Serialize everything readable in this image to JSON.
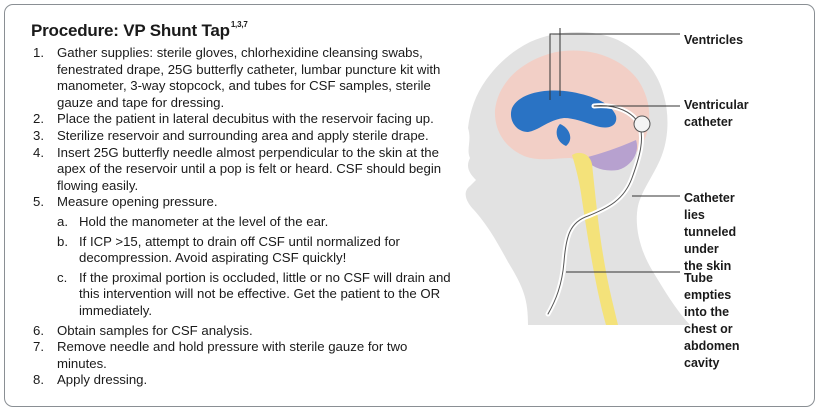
{
  "procedure": {
    "title": "Procedure: VP Shunt Tap",
    "title_refs": "1,3,7",
    "steps": [
      {
        "num": "1.",
        "text": "Gather supplies: sterile gloves, chlorhexidine cleansing swabs, fenestrated drape, 25G butterfly catheter, lumbar puncture kit with manometer, 3-way stopcock, and tubes for CSF samples, sterile gauze and tape for dressing."
      },
      {
        "num": "2.",
        "text": "Place the patient in lateral decubitus with the reservoir facing up."
      },
      {
        "num": "3.",
        "text": "Sterilize reservoir and surrounding area and apply sterile drape."
      },
      {
        "num": "4.",
        "text": "Insert 25G butterfly needle almost perpendicular to the skin at the apex of the reservoir until a pop is felt or heard. CSF should begin flowing easily."
      },
      {
        "num": "5.",
        "text": "Measure opening pressure.",
        "subs": [
          {
            "letter": "a.",
            "text": "Hold the manometer at the level of the ear."
          },
          {
            "letter": "b.",
            "text": "If ICP >15, attempt to drain off CSF until normalized for decompression. Avoid aspirating CSF quickly!"
          },
          {
            "letter": "c.",
            "text": "If the proximal portion is occluded, little or no CSF will drain and this intervention will not be effective. Get the patient to the OR immediately."
          }
        ]
      },
      {
        "num": "6.",
        "text": "Obtain samples for CSF analysis."
      },
      {
        "num": "7.",
        "text": "Remove needle and hold pressure with sterile gauze for two minutes."
      },
      {
        "num": "8.",
        "text": "Apply dressing."
      }
    ]
  },
  "figure": {
    "labels": {
      "ventricles": "Ventricles",
      "ventricular_catheter_1": "Ventricular",
      "ventricular_catheter_2": "catheter",
      "tunneled_1": "Catheter lies",
      "tunneled_2": "tunneled under",
      "tunneled_3": "the skin",
      "tube_1": "Tube empties",
      "tube_2": "into the chest or",
      "tube_3": "abdomen cavity"
    },
    "colors": {
      "head": "#e2e2e2",
      "brain": "#f2cfc6",
      "ventricles": "#2a73c4",
      "brainstem": "#b7a1cf",
      "spinal_cord": "#f4e27a"
    }
  }
}
